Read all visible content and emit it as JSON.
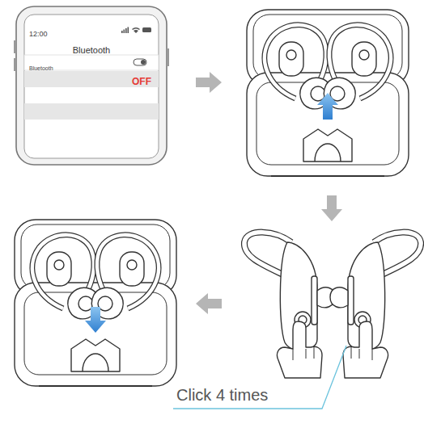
{
  "diagram": {
    "labels": [
      "12:00",
      "Bluetooth",
      "Bluetooth",
      "OFF",
      "Click 4 times"
    ]
  }
}
